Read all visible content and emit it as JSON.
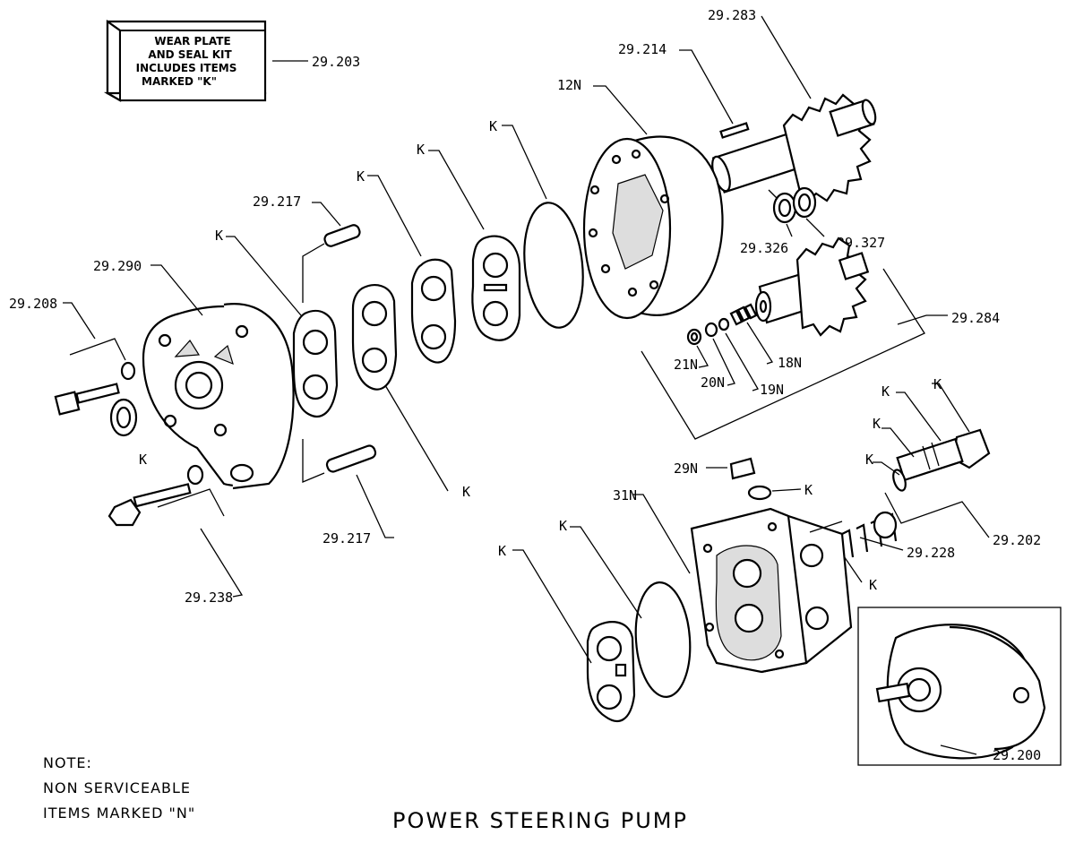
{
  "title": "POWER STEERING PUMP",
  "note": {
    "line1": "NOTE:",
    "line2": "NON SERVICEABLE",
    "line3": "ITEMS MARKED \"N\""
  },
  "kit_box": {
    "line1": "WEAR PLATE",
    "line2": "AND SEAL KIT",
    "line3": "INCLUDES ITEMS",
    "line4": "MARKED \"K\"",
    "part": "29.203"
  },
  "labels": {
    "p29283": "29.283",
    "p29214": "29.214",
    "p12N": "12N",
    "p29217a": "29.217",
    "p29217b": "29.217",
    "p29290": "29.290",
    "p29208": "29.208",
    "p29326": "29.326",
    "p29327": "29.327",
    "p29284": "29.284",
    "p21N": "21N",
    "p18N": "18N",
    "p20N": "20N",
    "p19N": "19N",
    "p29N": "29N",
    "p31N": "31N",
    "p29228": "29.228",
    "p29202": "29.202",
    "p29238": "29.238",
    "p29200": "29.200",
    "k": "K"
  }
}
